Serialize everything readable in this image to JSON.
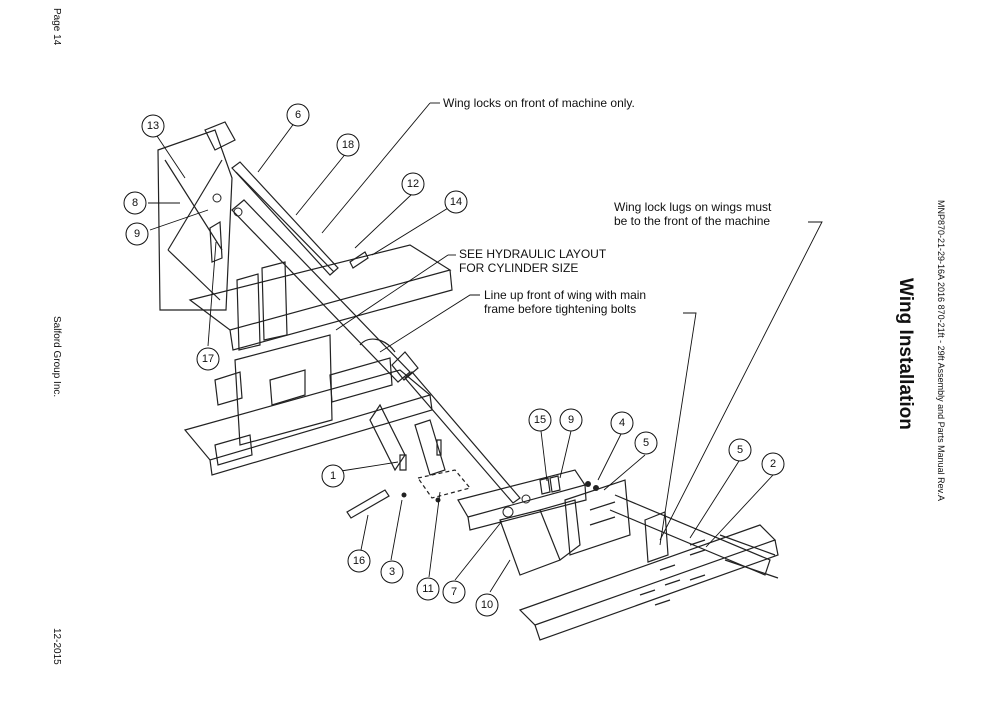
{
  "page": {
    "page_label": "Page 14",
    "company": "Salford Group Inc.",
    "date": "12-2015",
    "title": "Wing Installation",
    "doc_id": "MNP870-21-29-16A 2016 870-21ft - 29ft Assembly and Parts Manual Rev.A"
  },
  "callouts": {
    "wing_locks": "Wing locks on front of machine only.",
    "lugs_line1": "Wing lock lugs on wings must",
    "lugs_line2": "be to the front of the machine",
    "hyd_line1": "SEE HYDRAULIC LAYOUT",
    "hyd_line2": "FOR CYLINDER SIZE",
    "lineup_line1": "Line up front of wing with main",
    "lineup_line2": "frame before tightening bolts"
  },
  "balloons": [
    "13",
    "6",
    "18",
    "8",
    "9",
    "12",
    "14",
    "17",
    "1",
    "16",
    "3",
    "11",
    "7",
    "10",
    "15",
    "9",
    "4",
    "5",
    "5",
    "2"
  ]
}
